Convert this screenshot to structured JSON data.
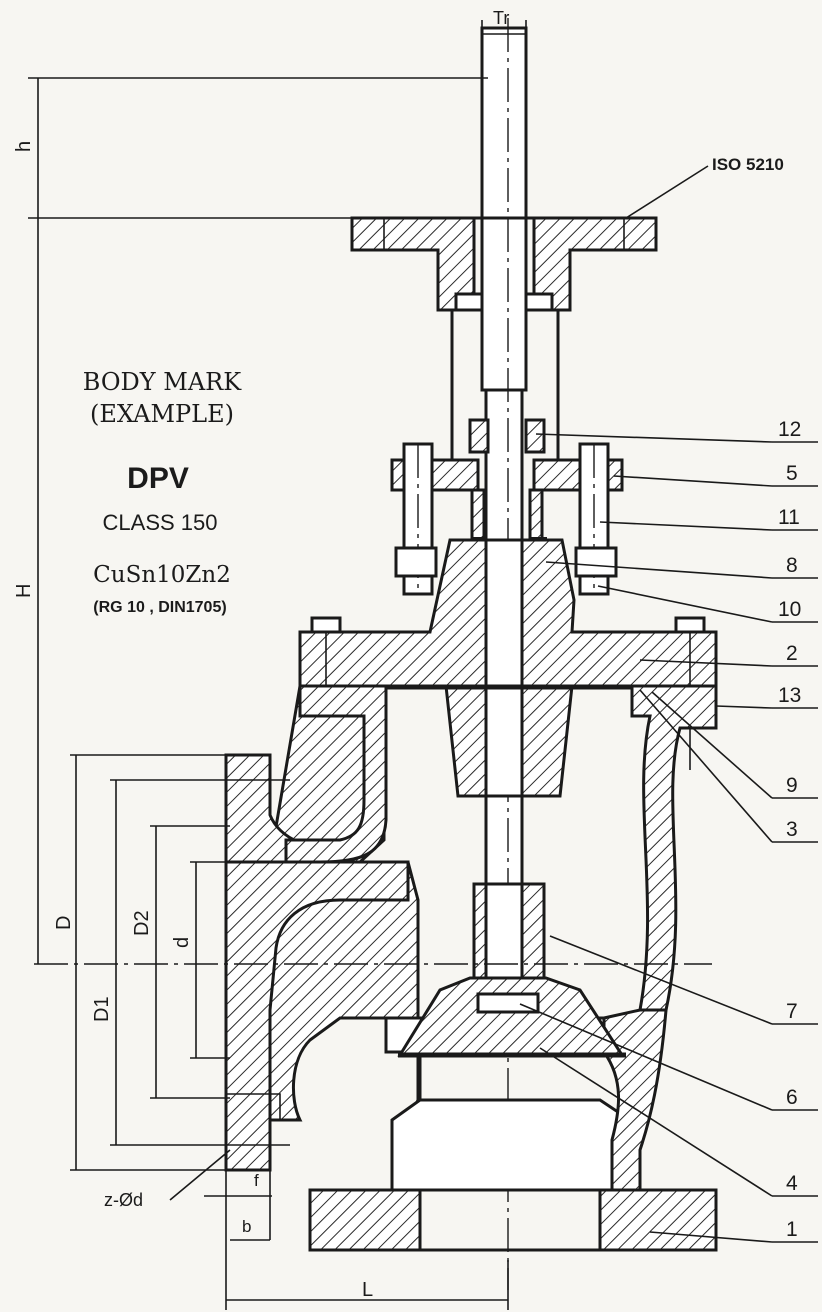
{
  "body_mark": {
    "line1": "BODY MARK",
    "line2": "(EXAMPLE)",
    "brand": "DPV",
    "class": "CLASS 150",
    "material": "CuSn10Zn2",
    "standard": "(RG 10 , DIN1705)"
  },
  "labels": {
    "tr": "Tr",
    "iso": "ISO 5210",
    "h": "h",
    "H": "H",
    "D": "D",
    "D1": "D1",
    "D2": "D2",
    "d": "d",
    "z": "z-Ød",
    "f": "f",
    "b": "b",
    "L": "L"
  },
  "parts": [
    "12",
    "5",
    "11",
    "8",
    "10",
    "2",
    "13",
    "9",
    "3",
    "7",
    "6",
    "4",
    "1"
  ]
}
